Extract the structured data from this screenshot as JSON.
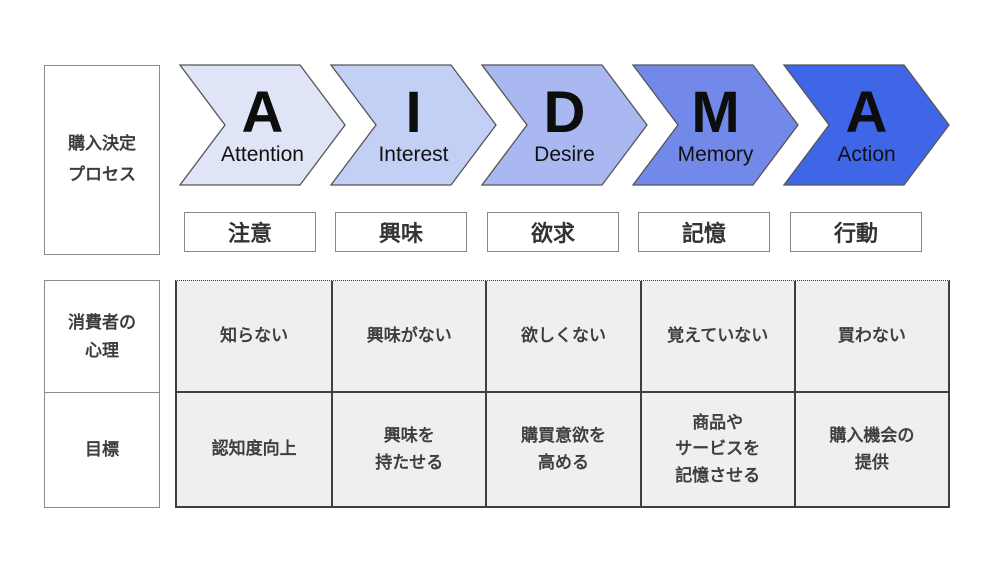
{
  "process_label": "購入決定\nプロセス",
  "row_labels": {
    "psychology": "消費者の\n心理",
    "goal": "目標"
  },
  "stages": [
    {
      "letter": "A",
      "en": "Attention",
      "jp": "注意",
      "color": "#dfe5f7",
      "psychology": "知らない",
      "goal": "認知度向上"
    },
    {
      "letter": "I",
      "en": "Interest",
      "jp": "興味",
      "color": "#c4cff5",
      "psychology": "興味がない",
      "goal": "興味を\n持たせる"
    },
    {
      "letter": "D",
      "en": "Desire",
      "jp": "欲求",
      "color": "#a9b8f0",
      "psychology": "欲しくない",
      "goal": "購買意欲を\n高める"
    },
    {
      "letter": "M",
      "en": "Memory",
      "jp": "記憶",
      "color": "#7389ea",
      "psychology": "覚えていない",
      "goal": "商品や\nサービスを\n記憶させる"
    },
    {
      "letter": "A",
      "en": "Action",
      "jp": "行動",
      "color": "#3f66e6",
      "psychology": "買わない",
      "goal": "購入機会の\n提供"
    }
  ],
  "colors": {
    "table_bg": "#efeff0",
    "border_dark": "#3f3f3f",
    "box_border": "#8a8a8a",
    "chevron_stroke": "#555555"
  }
}
